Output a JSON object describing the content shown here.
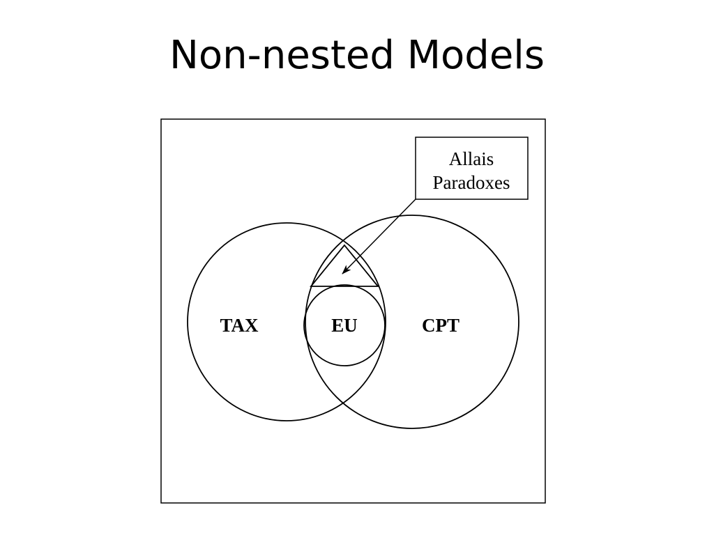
{
  "slide": {
    "title": "Non-nested Models"
  },
  "diagram": {
    "labels": {
      "tax": "TAX",
      "eu": "EU",
      "cpt": "CPT"
    },
    "callout": {
      "line1": "Allais",
      "line2": "Paradoxes"
    },
    "colors": {
      "stroke": "#000000",
      "background": "#ffffff"
    }
  }
}
